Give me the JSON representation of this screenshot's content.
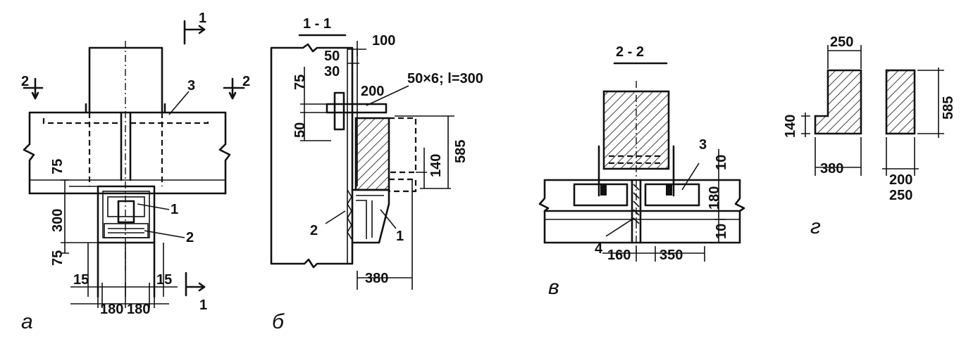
{
  "panels": {
    "a": {
      "letter": "а",
      "section_mark": "1",
      "section_mark_bottom": "1",
      "cut_left": "2",
      "cut_right": "2",
      "callout_3": "3",
      "callout_1": "1",
      "callout_2": "2",
      "dim_75_top": "75",
      "dim_300": "300",
      "dim_75_bottom": "75",
      "dim_15_left": "15",
      "dim_15_right": "15",
      "dim_180_left": "180",
      "dim_180_right": "180"
    },
    "b": {
      "letter": "б",
      "title": "1 - 1",
      "dim_100": "100",
      "dim_50_top": "50",
      "dim_30": "30",
      "dim_75": "75",
      "dim_200": "200",
      "plate_spec": "50×6; l=300",
      "dim_50_side": "50",
      "dim_140": "140",
      "dim_585": "585",
      "callout_2": "2",
      "callout_1": "1",
      "dim_380": "380"
    },
    "v": {
      "letter": "в",
      "title": "2 - 2",
      "callout_3": "3",
      "callout_4": "4",
      "dim_10_top": "10",
      "dim_180": "180",
      "dim_10_bottom": "10",
      "dim_160": "160",
      "dim_350": "350"
    },
    "g": {
      "letter": "г",
      "dim_250_top": "250",
      "dim_140": "140",
      "dim_380": "380",
      "dim_585": "585",
      "dim_200": "200",
      "dim_250_bottom": "250"
    }
  }
}
